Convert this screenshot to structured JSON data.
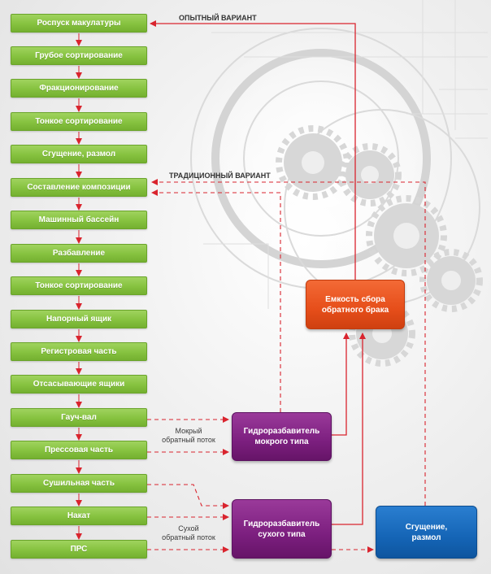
{
  "steps": [
    "Роспуск макулатуры",
    "Грубое сортирование",
    "Фракционирование",
    "Тонкое сортирование",
    "Сгущение, размол",
    "Составление композиции",
    "Машинный бассейн",
    "Разбавление",
    "Тонкое сортирование",
    "Напорный ящик",
    "Регистровая часть",
    "Отсасывающие ящики",
    "Гауч-вал",
    "Прессовая часть",
    "Сушильная часть",
    "Накат",
    "ПРС"
  ],
  "nodes": {
    "collector": {
      "line1": "Емкость сбора",
      "line2": "обратного брака"
    },
    "wet_pulper": {
      "line1": "Гидроразбавитель",
      "line2": "мокрого типа"
    },
    "dry_pulper": {
      "line1": "Гидроразбавитель",
      "line2": "сухого типа"
    },
    "thickening": {
      "line1": "Сгущение,",
      "line2": "размол"
    }
  },
  "labels": {
    "experimental": "ОПЫТНЫЙ ВАРИАНТ",
    "traditional": "ТРАДИЦИОННЫЙ ВАРИАНТ",
    "wet_flow_1": "Мокрый",
    "wet_flow_2": "обратный поток",
    "dry_flow_1": "Сухой",
    "dry_flow_2": "обратный поток"
  },
  "colors": {
    "step_green": "#86c23f",
    "collector_orange": "#e64e1a",
    "pulper_purple": "#7c1f7f",
    "thickening_blue": "#1565b6",
    "arrow_red": "#d9242e"
  }
}
